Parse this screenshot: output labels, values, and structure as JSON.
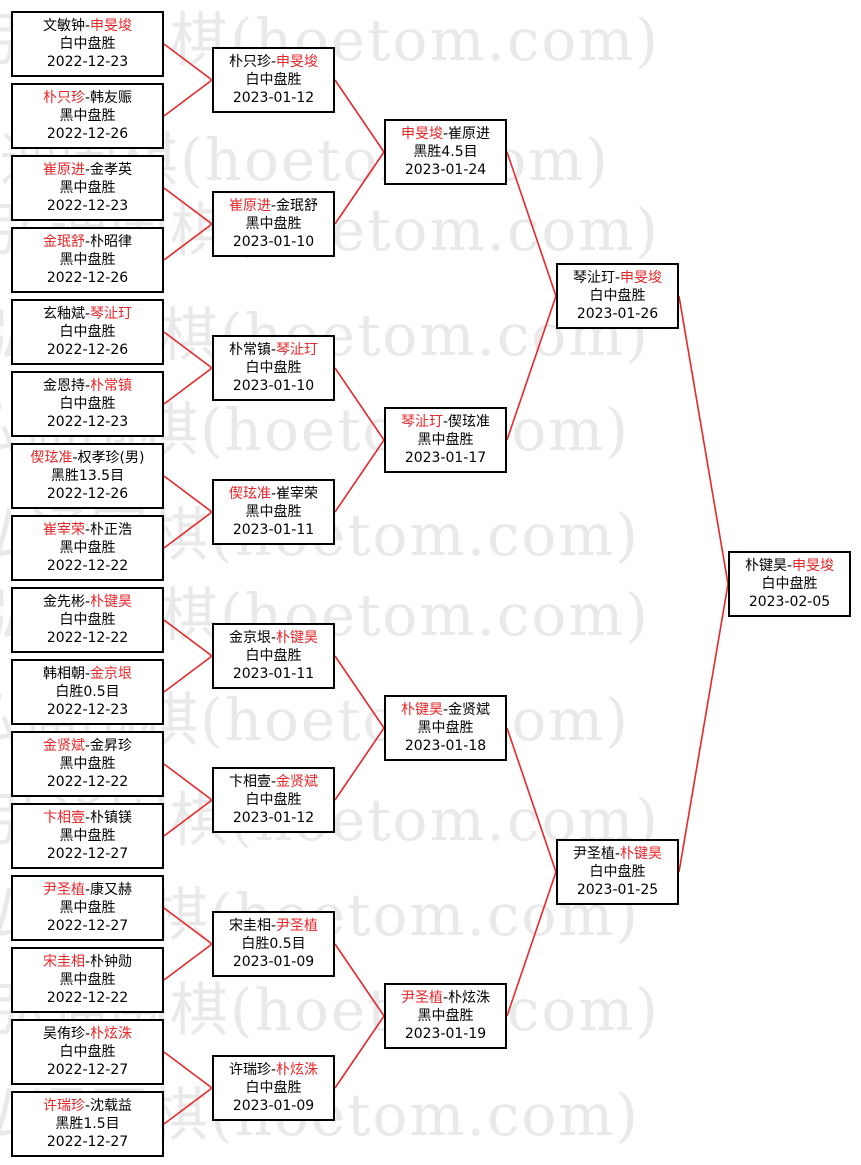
{
  "watermark": "弘通围棋(hoetom.com)",
  "colors": {
    "winner": "#e8272a",
    "connector": "#e8272a",
    "border": "#000000",
    "watermark": "#e9e9e9"
  },
  "matches": [
    {
      "p1": "文敏钟",
      "p2": "申旻埈",
      "winner": "p2",
      "result": "白中盘胜",
      "date": "2022-12-23"
    },
    {
      "p1": "朴只珍",
      "p2": "韩友赈",
      "winner": "p1",
      "result": "黑中盘胜",
      "date": "2022-12-26"
    },
    {
      "p1": "崔原进",
      "p2": "金孝英",
      "winner": "p1",
      "result": "黑中盘胜",
      "date": "2022-12-23"
    },
    {
      "p1": "金珉舒",
      "p2": "朴昭律",
      "winner": "p1",
      "result": "黑中盘胜",
      "date": "2022-12-26"
    },
    {
      "p1": "玄釉斌",
      "p2": "琴沚玎",
      "winner": "p2",
      "result": "白中盘胜",
      "date": "2022-12-26"
    },
    {
      "p1": "金恩持",
      "p2": "朴常镇",
      "winner": "p2",
      "result": "白中盘胜",
      "date": "2022-12-23"
    },
    {
      "p1": "偰玹准",
      "p2": "权孝珍(男)",
      "winner": "p1",
      "result": "黑胜13.5目",
      "date": "2022-12-26"
    },
    {
      "p1": "崔宰荣",
      "p2": "朴正浩",
      "winner": "p1",
      "result": "黑中盘胜",
      "date": "2022-12-22"
    },
    {
      "p1": "金先彬",
      "p2": "朴键昊",
      "winner": "p2",
      "result": "白中盘胜",
      "date": "2022-12-22"
    },
    {
      "p1": "韩相朝",
      "p2": "金京垠",
      "winner": "p2",
      "result": "白胜0.5目",
      "date": "2022-12-23"
    },
    {
      "p1": "金贤斌",
      "p2": "金昇珍",
      "winner": "p1",
      "result": "黑中盘胜",
      "date": "2022-12-22"
    },
    {
      "p1": "卞相壹",
      "p2": "朴镇镁",
      "winner": "p1",
      "result": "黑中盘胜",
      "date": "2022-12-27"
    },
    {
      "p1": "尹圣植",
      "p2": "康又赫",
      "winner": "p1",
      "result": "黑中盘胜",
      "date": "2022-12-27"
    },
    {
      "p1": "宋圭相",
      "p2": "朴钟勋",
      "winner": "p1",
      "result": "黑中盘胜",
      "date": "2022-12-22"
    },
    {
      "p1": "吴侑珍",
      "p2": "朴炫洙",
      "winner": "p2",
      "result": "白中盘胜",
      "date": "2022-12-27"
    },
    {
      "p1": "许瑞珍",
      "p2": "沈载益",
      "winner": "p1",
      "result": "黑胜1.5目",
      "date": "2022-12-27"
    },
    {
      "p1": "朴只珍",
      "p2": "申旻埈",
      "winner": "p2",
      "result": "白中盘胜",
      "date": "2023-01-12"
    },
    {
      "p1": "崔原进",
      "p2": "金珉舒",
      "winner": "p1",
      "result": "黑中盘胜",
      "date": "2023-01-10"
    },
    {
      "p1": "朴常镇",
      "p2": "琴沚玎",
      "winner": "p2",
      "result": "白中盘胜",
      "date": "2023-01-10"
    },
    {
      "p1": "偰玹准",
      "p2": "崔宰荣",
      "winner": "p1",
      "result": "黑中盘胜",
      "date": "2023-01-11"
    },
    {
      "p1": "金京垠",
      "p2": "朴键昊",
      "winner": "p2",
      "result": "白中盘胜",
      "date": "2023-01-11"
    },
    {
      "p1": "卞相壹",
      "p2": "金贤斌",
      "winner": "p2",
      "result": "白中盘胜",
      "date": "2023-01-12"
    },
    {
      "p1": "宋圭相",
      "p2": "尹圣植",
      "winner": "p2",
      "result": "白胜0.5目",
      "date": "2023-01-09"
    },
    {
      "p1": "许瑞珍",
      "p2": "朴炫洙",
      "winner": "p2",
      "result": "白中盘胜",
      "date": "2023-01-09"
    },
    {
      "p1": "申旻埈",
      "p2": "崔原进",
      "winner": "p1",
      "result": "黑胜4.5目",
      "date": "2023-01-24"
    },
    {
      "p1": "琴沚玎",
      "p2": "偰玹准",
      "winner": "p1",
      "result": "黑中盘胜",
      "date": "2023-01-17"
    },
    {
      "p1": "朴键昊",
      "p2": "金贤斌",
      "winner": "p1",
      "result": "黑中盘胜",
      "date": "2023-01-18"
    },
    {
      "p1": "尹圣植",
      "p2": "朴炫洙",
      "winner": "p1",
      "result": "黑中盘胜",
      "date": "2023-01-19"
    },
    {
      "p1": "琴沚玎",
      "p2": "申旻埈",
      "winner": "p2",
      "result": "白中盘胜",
      "date": "2023-01-26"
    },
    {
      "p1": "尹圣植",
      "p2": "朴键昊",
      "winner": "p2",
      "result": "白中盘胜",
      "date": "2023-01-25"
    },
    {
      "p1": "朴键昊",
      "p2": "申旻埈",
      "winner": "p2",
      "result": "白中盘胜",
      "date": "2023-02-05"
    }
  ]
}
